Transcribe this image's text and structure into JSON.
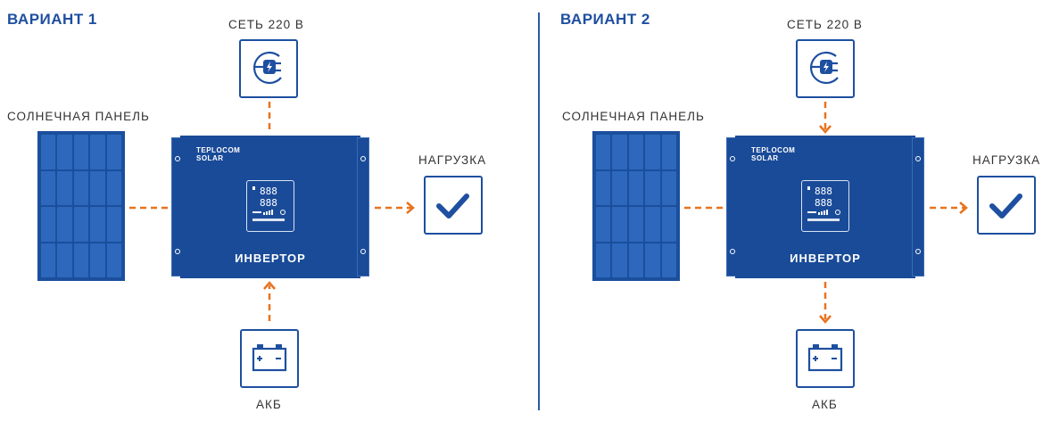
{
  "colors": {
    "brand_blue": "#1e4fa0",
    "arrow_orange": "#e8731f"
  },
  "variant1": {
    "title": "ВАРИАНТ 1",
    "grid_label": "СЕТЬ 220 В",
    "solar_label": "СОЛНЕЧНАЯ ПАНЕЛЬ",
    "load_label": "НАГРУЗКА",
    "battery_label": "АКБ",
    "inverter_title": "ИНВЕРТОР",
    "brand_line1": "TEPLOCOM",
    "brand_line2": "SOLAR"
  },
  "variant2": {
    "title": "ВАРИАНТ 2",
    "grid_label": "СЕТЬ 220 В",
    "solar_label": "СОЛНЕЧНАЯ ПАНЕЛЬ",
    "load_label": "НАГРУЗКА",
    "battery_label": "АКБ",
    "inverter_title": "ИНВЕРТОР",
    "brand_line1": "TEPLOCOM",
    "brand_line2": "SOLAR"
  },
  "icons": {
    "grid": "power-plug-icon",
    "load": "checkmark-icon",
    "battery": "battery-icon",
    "solar": "solar-panel-icon",
    "inverter": "inverter-icon"
  }
}
